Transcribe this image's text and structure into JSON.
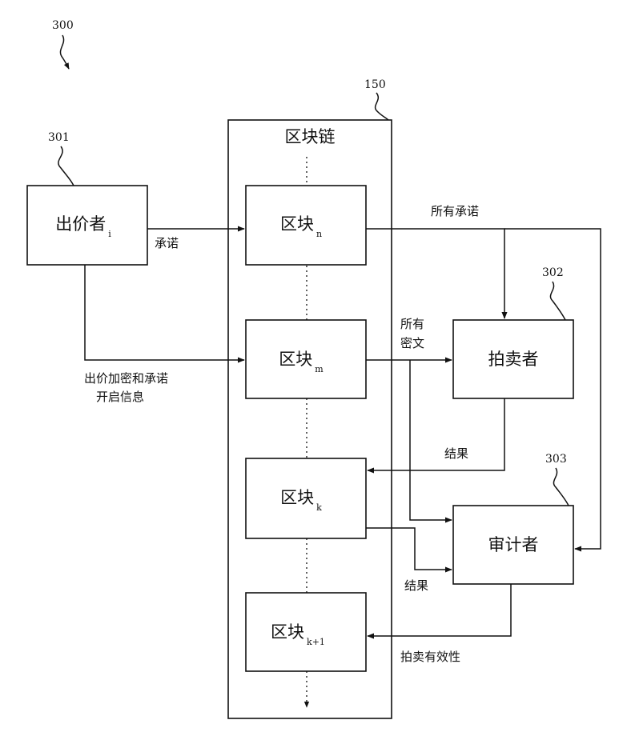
{
  "refs": {
    "figure": "300",
    "chain": "150",
    "bidder": "301",
    "auctioneer": "302",
    "auditor": "303"
  },
  "chain_title": "区块链",
  "nodes": {
    "bidder": {
      "label": "出价者",
      "sub": "i"
    },
    "block_n": {
      "label": "区块",
      "sub": "n"
    },
    "block_m": {
      "label": "区块",
      "sub": "m"
    },
    "block_k": {
      "label": "区块",
      "sub": "k"
    },
    "block_k1": {
      "label": "区块",
      "sub": "k+1"
    },
    "auctioneer": {
      "label": "拍卖者"
    },
    "auditor": {
      "label": "审计者"
    }
  },
  "edges": {
    "commit": "承诺",
    "bid_info_line1": "出价加密和承诺",
    "bid_info_line2": "开启信息",
    "all_commits": "所有承诺",
    "all_cipher_line1": "所有",
    "all_cipher_line2": "密文",
    "result_auctioneer": "结果",
    "result_auditor": "结果",
    "validity": "拍卖有效性"
  }
}
